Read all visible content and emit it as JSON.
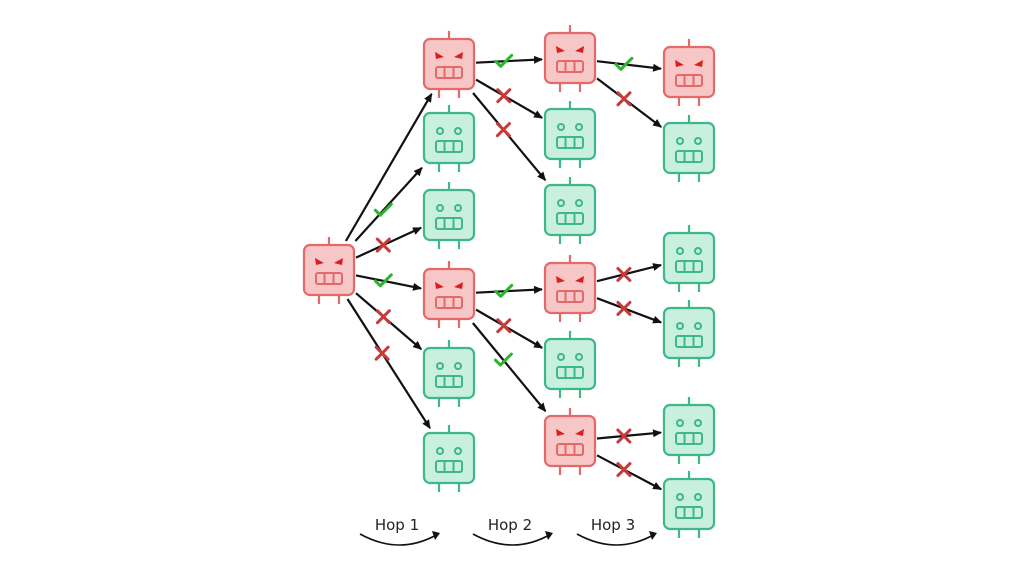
{
  "diagram": {
    "title": "",
    "hops": [
      {
        "label": "Hop 1"
      },
      {
        "label": "Hop 2"
      },
      {
        "label": "Hop 3"
      }
    ],
    "node_states": [
      "malicious",
      "benign"
    ],
    "edge_outcomes": [
      "check",
      "cross"
    ],
    "nodes": [
      {
        "id": "root",
        "state": "malicious"
      },
      {
        "id": "h1a",
        "state": "malicious"
      },
      {
        "id": "h1b",
        "state": "benign"
      },
      {
        "id": "h1c",
        "state": "benign"
      },
      {
        "id": "h1d",
        "state": "malicious"
      },
      {
        "id": "h1e",
        "state": "benign"
      },
      {
        "id": "h1f",
        "state": "benign"
      },
      {
        "id": "h2a",
        "state": "malicious"
      },
      {
        "id": "h2b",
        "state": "benign"
      },
      {
        "id": "h2c",
        "state": "benign"
      },
      {
        "id": "h2d",
        "state": "malicious"
      },
      {
        "id": "h2e",
        "state": "benign"
      },
      {
        "id": "h2f",
        "state": "malicious"
      },
      {
        "id": "h3a",
        "state": "malicious"
      },
      {
        "id": "h3b",
        "state": "benign"
      },
      {
        "id": "h3c",
        "state": "benign"
      },
      {
        "id": "h3d",
        "state": "benign"
      },
      {
        "id": "h3e",
        "state": "benign"
      },
      {
        "id": "h3f",
        "state": "benign"
      }
    ],
    "edges": [
      {
        "from": "root",
        "to": "h1a",
        "outcome": "none"
      },
      {
        "from": "root",
        "to": "h1b",
        "outcome": "check"
      },
      {
        "from": "root",
        "to": "h1c",
        "outcome": "cross"
      },
      {
        "from": "root",
        "to": "h1d",
        "outcome": "check"
      },
      {
        "from": "root",
        "to": "h1e",
        "outcome": "cross"
      },
      {
        "from": "root",
        "to": "h1f",
        "outcome": "cross"
      },
      {
        "from": "h1a",
        "to": "h2a",
        "outcome": "check"
      },
      {
        "from": "h1a",
        "to": "h2b",
        "outcome": "cross"
      },
      {
        "from": "h1a",
        "to": "h2c",
        "outcome": "cross"
      },
      {
        "from": "h2a",
        "to": "h3a",
        "outcome": "check"
      },
      {
        "from": "h2a",
        "to": "h3b",
        "outcome": "cross"
      },
      {
        "from": "h1d",
        "to": "h2d",
        "outcome": "check"
      },
      {
        "from": "h1d",
        "to": "h2e",
        "outcome": "cross"
      },
      {
        "from": "h1d",
        "to": "h2f",
        "outcome": "check"
      },
      {
        "from": "h2d",
        "to": "h3c",
        "outcome": "cross"
      },
      {
        "from": "h2d",
        "to": "h3d",
        "outcome": "cross"
      },
      {
        "from": "h2f",
        "to": "h3e",
        "outcome": "cross"
      },
      {
        "from": "h2f",
        "to": "h3f",
        "outcome": "cross"
      }
    ],
    "colors": {
      "malicious_fill": "#f7c7c7",
      "malicious_stroke": "#e46a6a",
      "malicious_eyes": "#d91f1f",
      "benign_fill": "#c9efdf",
      "benign_stroke": "#3cb88a",
      "arrow": "#111111",
      "check": "#2bb52f",
      "cross": "#c83a3a"
    }
  }
}
